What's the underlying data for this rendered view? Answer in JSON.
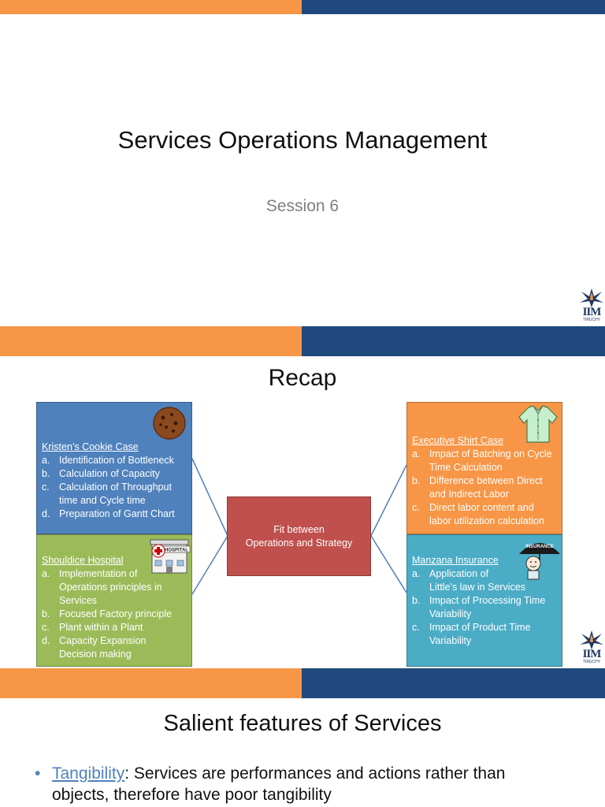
{
  "slide1": {
    "title": "Services Operations Management",
    "subtitle": "Session 6",
    "logo_text": "IIM",
    "logo_sub": "TIRUCHY"
  },
  "slide2": {
    "title": "Recap",
    "center": {
      "line1": "Fit between",
      "line2": "Operations and Strategy"
    },
    "kristen": {
      "head": "Kristen’s Cookie Case",
      "items": [
        {
          "m": "a.",
          "lines": [
            "Identification of Bottleneck"
          ]
        },
        {
          "m": "b.",
          "lines": [
            "Calculation of Capacity"
          ]
        },
        {
          "m": "c.",
          "lines": [
            "Calculation of Throughput",
            "time and Cycle time"
          ]
        },
        {
          "m": "d.",
          "lines": [
            "Preparation of Gantt Chart"
          ]
        }
      ]
    },
    "shouldice": {
      "head": "Shouldice Hospital",
      "items": [
        {
          "m": "a.",
          "lines": [
            "Implementation of",
            "Operations principles in",
            "Services"
          ]
        },
        {
          "m": "b.",
          "lines": [
            "Focused Factory principle"
          ]
        },
        {
          "m": "c.",
          "lines": [
            "Plant within a Plant"
          ]
        },
        {
          "m": "d.",
          "lines": [
            "Capacity Expansion",
            "Decision making"
          ]
        }
      ]
    },
    "executive": {
      "head": "Executive Shirt Case",
      "items": [
        {
          "m": "a.",
          "lines": [
            "Impact of Batching on Cycle",
            "Time Calculation"
          ]
        },
        {
          "m": "b.",
          "lines": [
            "Difference between Direct",
            "and Indirect Labor"
          ]
        },
        {
          "m": "c.",
          "lines": [
            "Direct labor content and",
            "labor utilization calculation"
          ]
        }
      ]
    },
    "manzana": {
      "head": "Manzana Insurance",
      "items": [
        {
          "m": "a.",
          "lines": [
            "Application of",
            "Little’s law in Services"
          ]
        },
        {
          "m": "b.",
          "lines": [
            "Impact of Processing Time",
            "Variability"
          ]
        },
        {
          "m": "c.",
          "lines": [
            "Impact of Product Time",
            "Variability"
          ]
        }
      ]
    },
    "hospital_sign": "HOSPITAL",
    "insurance_sign": "INSURANCE",
    "colors": {
      "blue": "#4f81bd",
      "green": "#9bbb59",
      "orange": "#f79646",
      "teal": "#4bacc6",
      "red": "#c0504d"
    }
  },
  "slide3": {
    "title": "Salient features of Services",
    "bullet_term": "Tangibility",
    "bullet_line1": ": Services are performances and actions rather than",
    "bullet_line2": "objects, therefore have poor tangibility"
  }
}
